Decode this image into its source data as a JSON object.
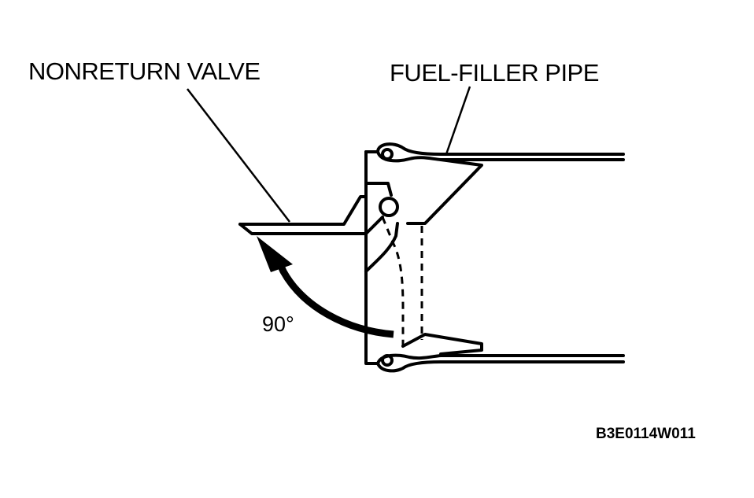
{
  "labels": {
    "nonreturn_valve": "NONRETURN VALVE",
    "fuel_filler_pipe": "FUEL-FILLER PIPE",
    "angle": "90°",
    "figure_code": "B3E0114W011"
  },
  "colors": {
    "ink": "#000000",
    "background": "#ffffff"
  }
}
